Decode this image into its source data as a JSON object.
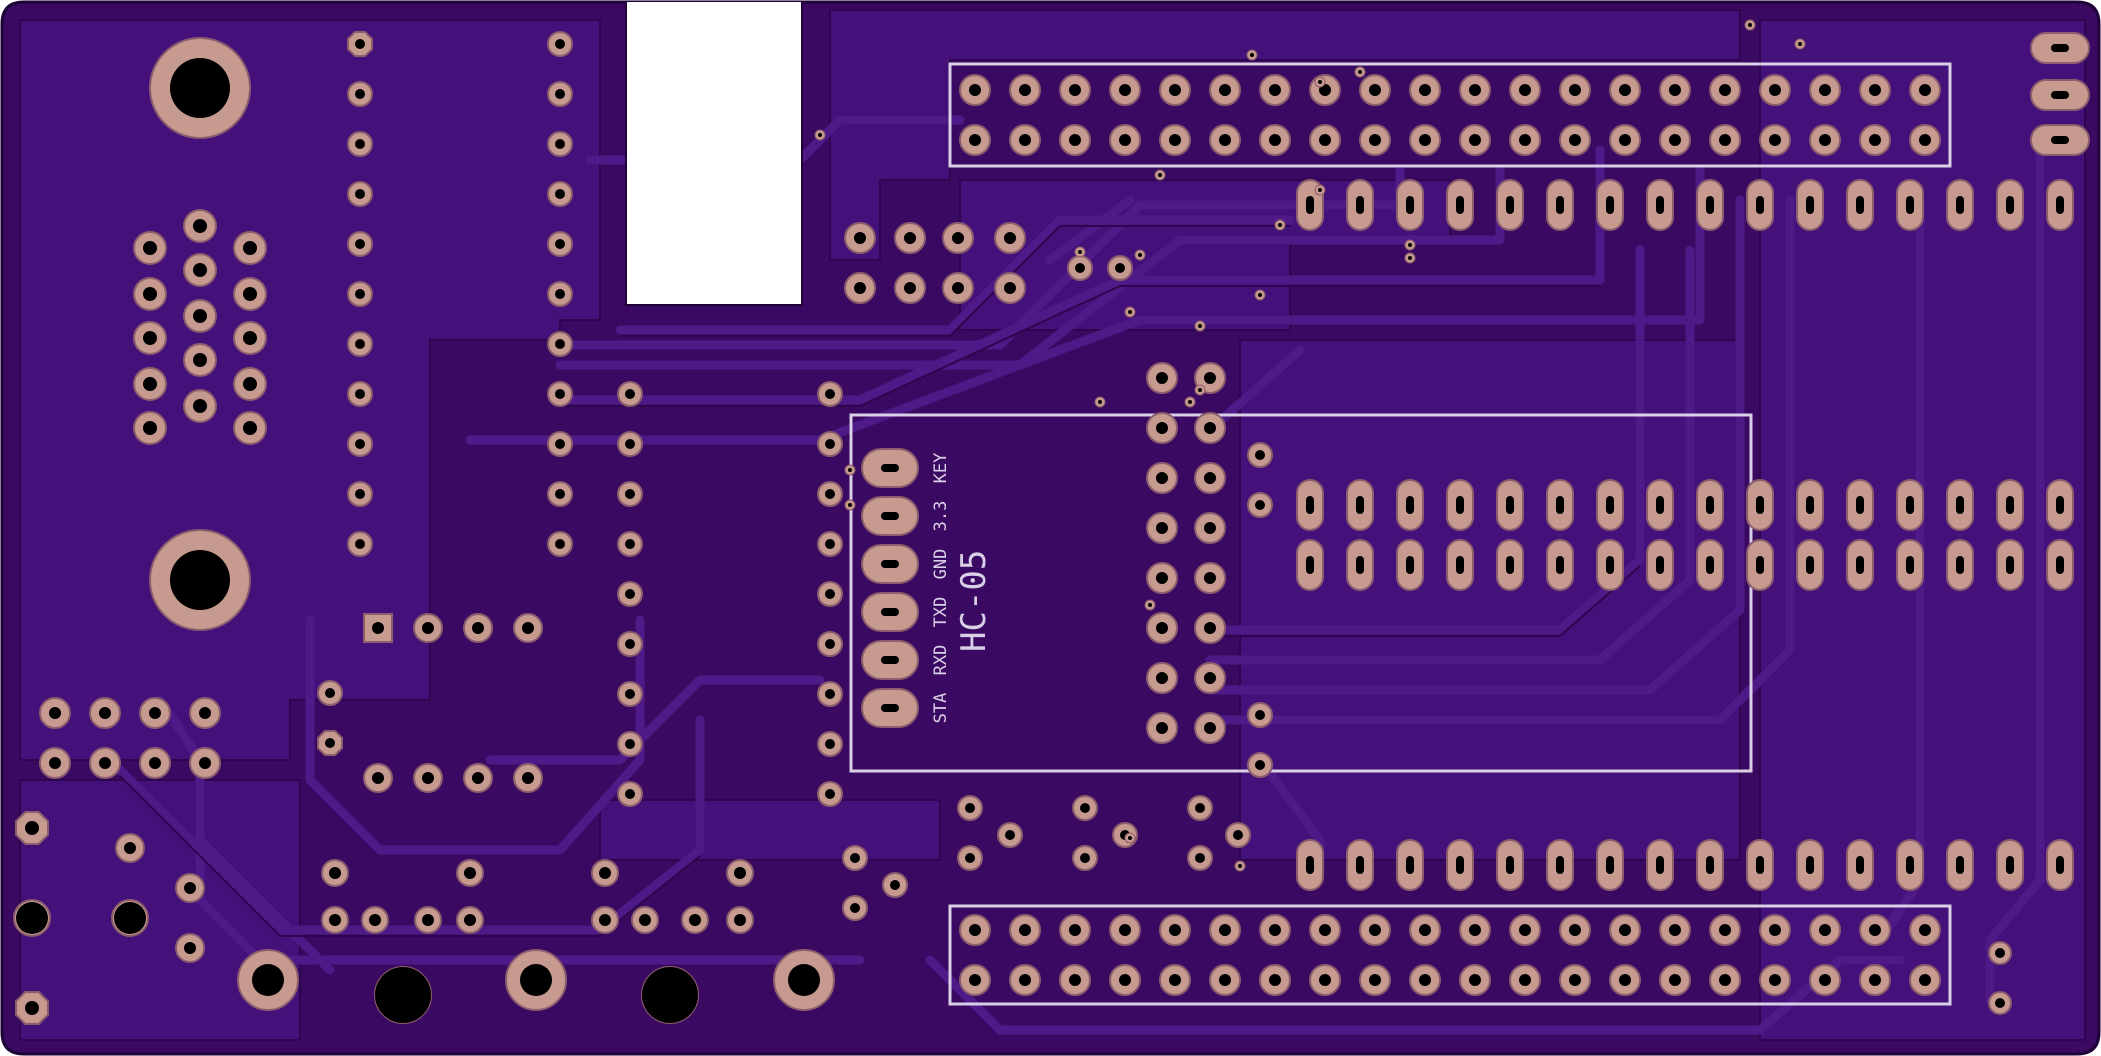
{
  "colors": {
    "board": "#3a0a63",
    "copper_fill": "#44107a",
    "trace": "#4d1a87",
    "trace_edge": "#2e0650",
    "pad": "#c79a8f",
    "pad_edge": "#8c5e6d",
    "hole": "#000000",
    "silkscreen": "#d9cfe6",
    "cutout": "#ffffff"
  },
  "hc05": {
    "title": "HC-05",
    "pins": [
      "KEY",
      "3.3",
      "GND",
      "TXD",
      "RXD",
      "STA"
    ]
  }
}
